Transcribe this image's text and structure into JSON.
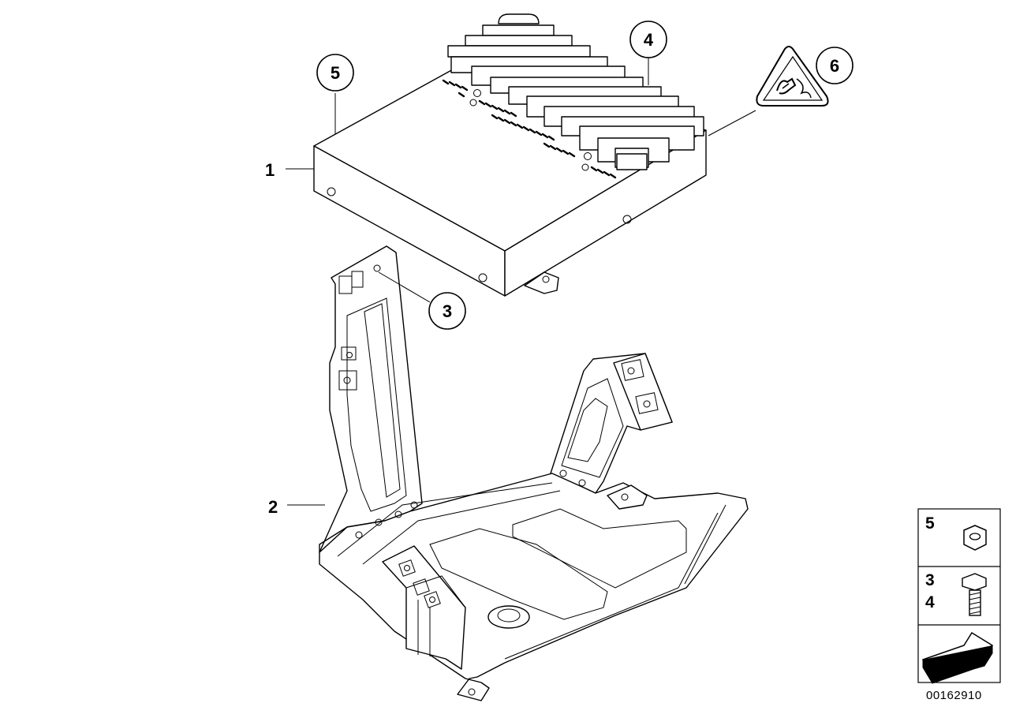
{
  "diagram": {
    "callouts": {
      "c1": "1",
      "c2": "2",
      "c3": "3",
      "c4": "4",
      "c5": "5",
      "c6": "6"
    },
    "legend": {
      "row1": [
        "5"
      ],
      "row2": [
        "3",
        "4"
      ]
    },
    "document_number": "00162910"
  }
}
